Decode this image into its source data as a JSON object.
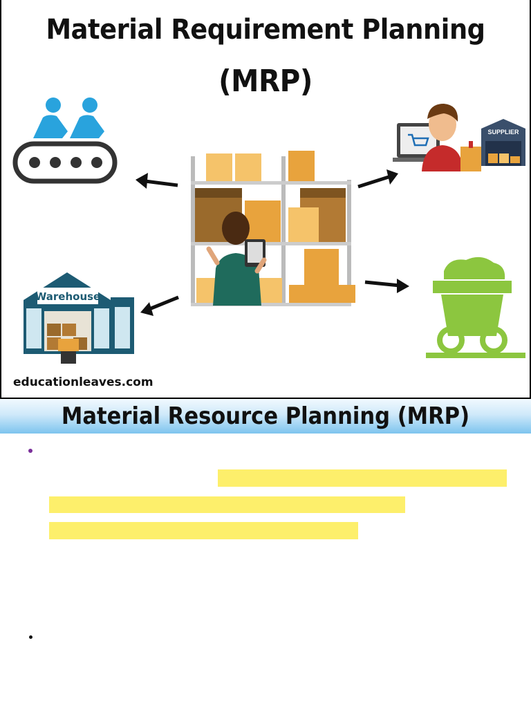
{
  "infographic": {
    "title_line1": "Material Requirement Planning",
    "title_line2": "(MRP)",
    "supplier_sign": "SUPPLIER",
    "warehouse_sign": "Warehouse",
    "website": "educationleaves.com"
  },
  "slide": {
    "title": "Material Resource Planning (MRP)"
  },
  "colors": {
    "title_bar_top": "#f1f9fe",
    "title_bar_bottom": "#7dc4ee",
    "highlight": "#fdef6b",
    "bullet_primary": "#7a2f9a",
    "production_icon": "#29a3dd",
    "cart_icon": "#8cc63f",
    "warehouse": "#1d5b73",
    "box": "#e8a33d"
  }
}
